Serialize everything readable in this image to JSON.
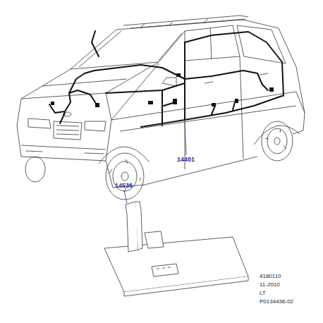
{
  "diagram": {
    "labels": [
      "14401",
      "14536",
      "4180110",
      "11-2010",
      "LT",
      "P0134436-02"
    ]
  }
}
